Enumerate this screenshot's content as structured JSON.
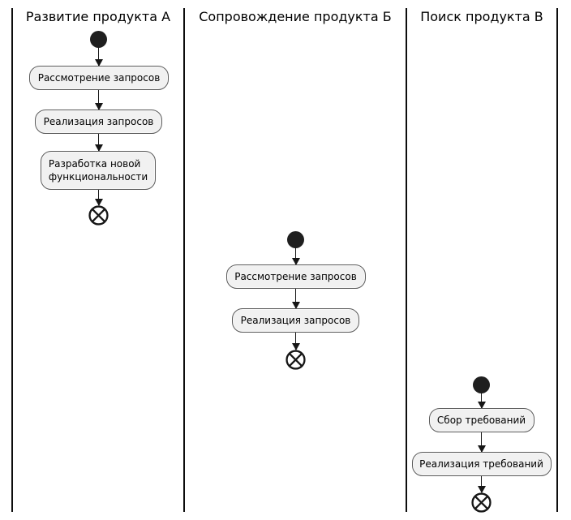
{
  "diagram": {
    "type": "activity-diagram-swimlanes",
    "colors": {
      "background": "#ffffff",
      "activity_fill": "#f1f1f1",
      "activity_border": "#5a5a5a",
      "node_fill": "#1f1f1f",
      "line": "#161616",
      "text": "#000000"
    },
    "lanes": [
      {
        "title": "Развитие продукта А",
        "activities": [
          "Рассмотрение запросов",
          "Реализация запросов",
          "Разработка новой\nфункциональности"
        ],
        "start_node": "initial",
        "end_node": "flow-final"
      },
      {
        "title": "Сопровождение продукта Б",
        "activities": [
          "Рассмотрение запросов",
          "Реализация запросов"
        ],
        "start_node": "initial",
        "end_node": "flow-final"
      },
      {
        "title": "Поиск продукта В",
        "activities": [
          "Сбор требований",
          "Реализация требований"
        ],
        "start_node": "initial",
        "end_node": "flow-final"
      }
    ]
  }
}
